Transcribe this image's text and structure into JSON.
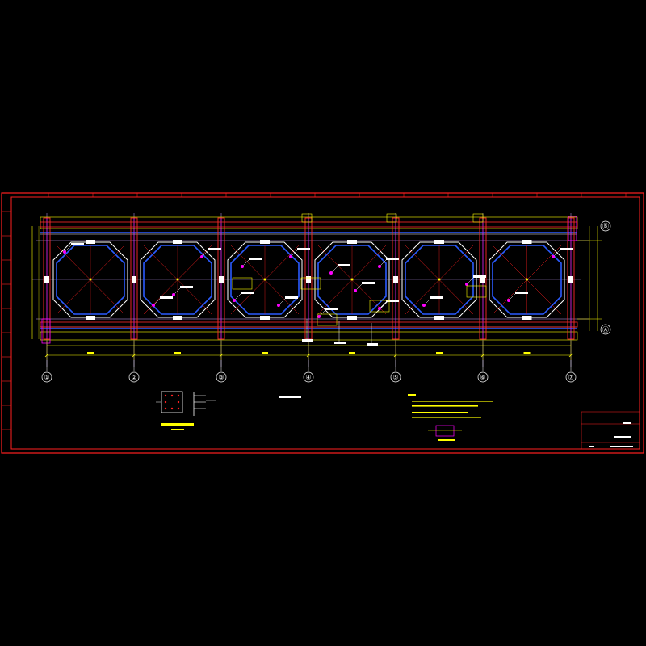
{
  "drawing": {
    "background": "#000000",
    "colors": {
      "frame": "#ff2020",
      "beam": "#ff2a2a",
      "grid": "#c8a0ff",
      "blue": "#2b5bff",
      "yellow": "#ffff00",
      "magenta": "#ff00ff",
      "white": "#ffffff",
      "cyan": "#00e5ff"
    },
    "axis_labels": [
      "①",
      "②",
      "③",
      "④",
      "⑤",
      "⑥",
      "⑦"
    ],
    "row_labels": [
      "Ⓑ",
      "Ⓐ"
    ],
    "title_text": "",
    "detail_titles": [
      "",
      ""
    ],
    "notes_heading": "",
    "notes": [
      "",
      "",
      "",
      ""
    ],
    "titleblock": [
      "",
      "",
      ""
    ]
  }
}
